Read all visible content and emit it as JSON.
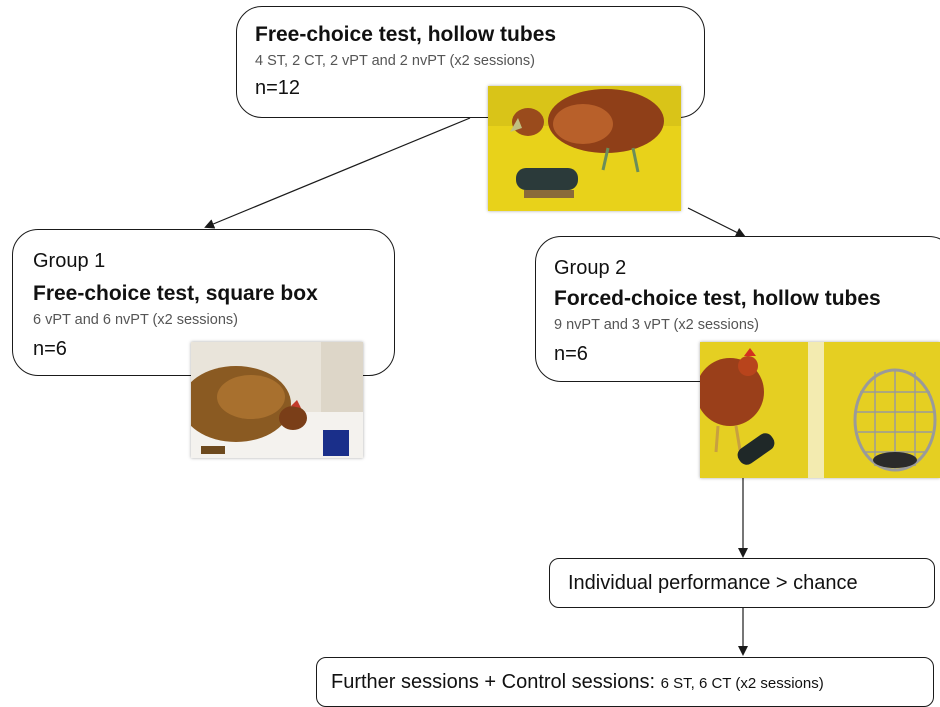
{
  "top": {
    "title": "Free-choice test, hollow tubes",
    "subtitle": "4 ST, 2 CT, 2 vPT and 2 nvPT (x2 sessions)",
    "n": "n=12"
  },
  "group1": {
    "heading": "Group 1",
    "title": "Free-choice test, square box",
    "subtitle": "6 vPT and 6 nvPT (x2 sessions)",
    "n": "n=6"
  },
  "group2": {
    "heading": "Group 2",
    "title": "Forced-choice test, hollow tubes",
    "subtitle": "9 nvPT and 3 vPT (x2 sessions)",
    "n": "n=6"
  },
  "performance": {
    "label": "Individual performance > chance"
  },
  "further": {
    "label": "Further sessions + Control sessions:",
    "detail": "6 ST, 6 CT (x2 sessions)"
  },
  "colors": {
    "line": "#1a1a1a",
    "photo_yellow": "#e8d21a",
    "hen_brown": "#9a4b1c"
  }
}
